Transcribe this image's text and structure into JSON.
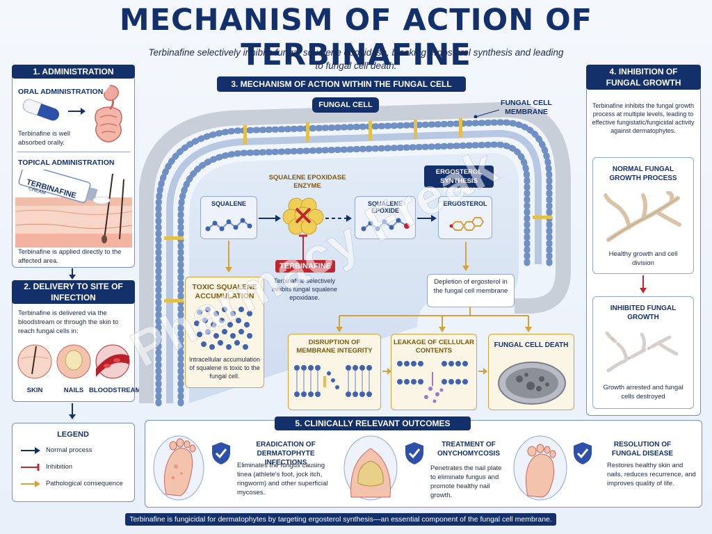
{
  "title": "MECHANISM OF ACTION OF TERBINAFINE",
  "subtitle": "Terbinafine selectively inhibits fungal squalene epoxidase, blocking ergosterol synthesis and leading to fungal cell death.",
  "panel1": {
    "header": "1. ADMINISTRATION",
    "oral_title": "ORAL ADMINISTRATION",
    "oral_text": "Terbinafine is well absorbed orally.",
    "topical_title": "TOPICAL ADMINISTRATION",
    "tube_brand": "TERBINAFINE",
    "tube_sub": "CREAM",
    "topical_text": "Terbinafine is applied directly to the affected area."
  },
  "panel2": {
    "header": "2. DELIVERY TO SITE OF INFECTION",
    "text": "Terbinafine is delivered via the bloodstream or through the skin to reach fungal cells in:",
    "sites": [
      "SKIN",
      "NAILS",
      "BLOODSTREAM"
    ]
  },
  "legend": {
    "title": "LEGEND",
    "items": [
      "Normal process",
      "Inhibition",
      "Pathological consequence"
    ]
  },
  "panel3": {
    "header": "3. MECHANISM OF ACTION WITHIN THE FUNGAL CELL",
    "cell_label": "FUNGAL CELL",
    "membrane_label": "FUNGAL CELL MEMBRANE",
    "squalene": "SQUALENE",
    "enzyme": "SQUALENE EPOXIDASE ENZYME",
    "epoxide": "SQUALENE EPOXIDE",
    "pathway": "ERGOSTEROL SYNTHESIS PATHWAY",
    "ergosterol": "ERGOSTEROL",
    "drug": "TERBINAFINE",
    "drug_text": "Terbinafine selectively inhibits fungal squalene epoxidase.",
    "toxic_title": "TOXIC SQUALENE ACCUMULATION",
    "toxic_text": "Intracellular accumulation of squalene is toxic to the fungal cell.",
    "depletion": "Depletion of ergosterol in the fungal cell membrane",
    "disruption": "DISRUPTION OF MEMBRANE INTEGRITY",
    "leakage": "LEAKAGE OF CELLULAR CONTENTS",
    "death": "FUNGAL CELL DEATH"
  },
  "panel4": {
    "header": "4. INHIBITION OF FUNGAL GROWTH",
    "text": "Terbinafine inhibits the fungal growth process at multiple levels, leading to effective fungistatic/fungicidal activity against dermatophytes.",
    "normal_title": "NORMAL FUNGAL GROWTH PROCESS",
    "normal_text": "Healthy growth and cell division",
    "inhibited_title": "INHIBITED FUNGAL GROWTH",
    "inhibited_text": "Growth arrested and fungal cells destroyed"
  },
  "panel5": {
    "header": "5. CLINICALLY RELEVANT OUTCOMES",
    "outcomes": [
      {
        "title": "ERADICATION OF DERMATOPHYTE INFECTIONS",
        "text": "Eliminates the fungus causing tinea (athlete's foot, jock itch, ringworm) and other superficial mycoses."
      },
      {
        "title": "TREATMENT OF ONYCHOMYCOSIS",
        "text": "Penetrates the nail plate to eliminate fungus and promote healthy nail growth."
      },
      {
        "title": "RESOLUTION OF FUNGAL DISEASE",
        "text": "Restores healthy skin and nails, reduces recurrence, and improves quality of life."
      }
    ]
  },
  "footer": "Terbinafine is fungicidal for dermatophytes by targeting ergosterol synthesis—an essential component of the fungal cell membrane.",
  "watermark": "Pharmacy Freak",
  "colors": {
    "navy": "#14306b",
    "red": "#c0262d",
    "gold": "#d4a23a",
    "blue": "#4a6fb5"
  }
}
